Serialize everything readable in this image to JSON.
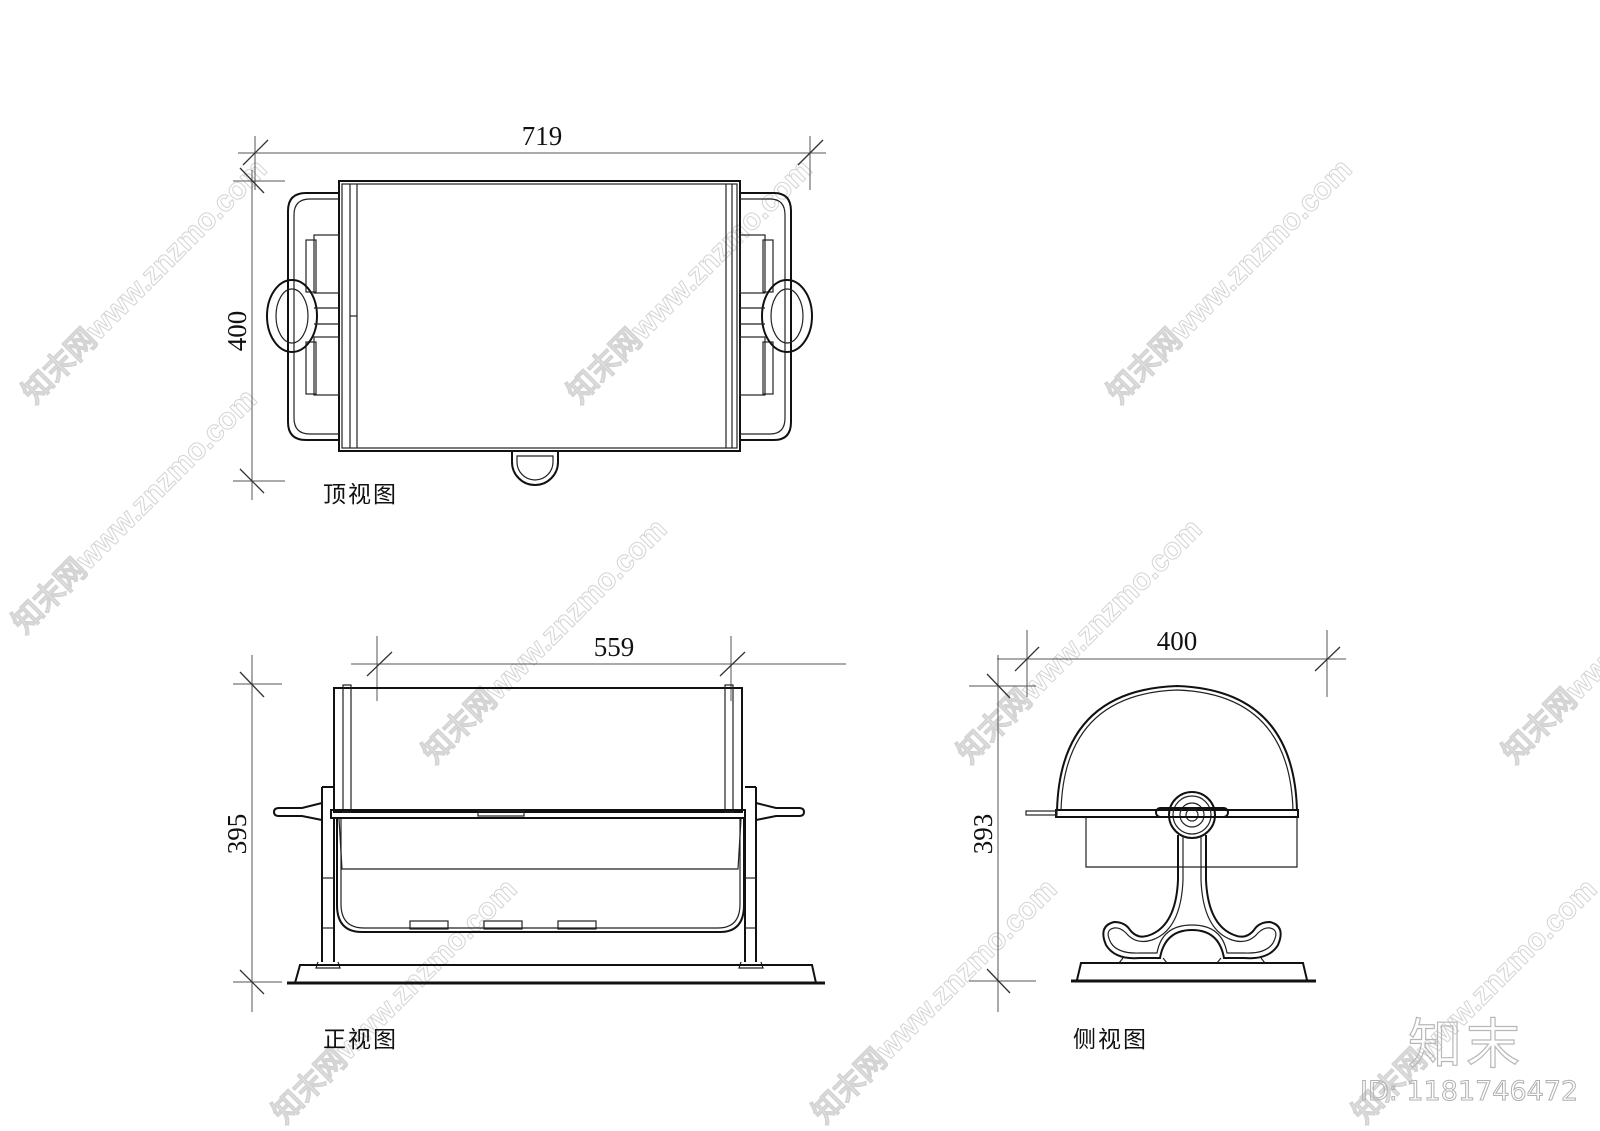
{
  "drawing": {
    "title": "Chafing dish CAD drawing",
    "views": {
      "top": {
        "label": "顶视图",
        "dimensions": {
          "width": "719",
          "height": "400"
        }
      },
      "front": {
        "label": "正视图",
        "dimensions": {
          "width": "559",
          "height": "395"
        }
      },
      "side": {
        "label": "侧视图",
        "dimensions": {
          "width": "400",
          "height": "393"
        }
      }
    }
  },
  "watermark": {
    "text": "知末网www.znzmo.com",
    "brand": "知末",
    "id_text": "ID: 1181746472"
  },
  "colors": {
    "line": "#111111",
    "dimension": "#555555",
    "watermark": "#d4d4d4",
    "background": "#ffffff"
  }
}
